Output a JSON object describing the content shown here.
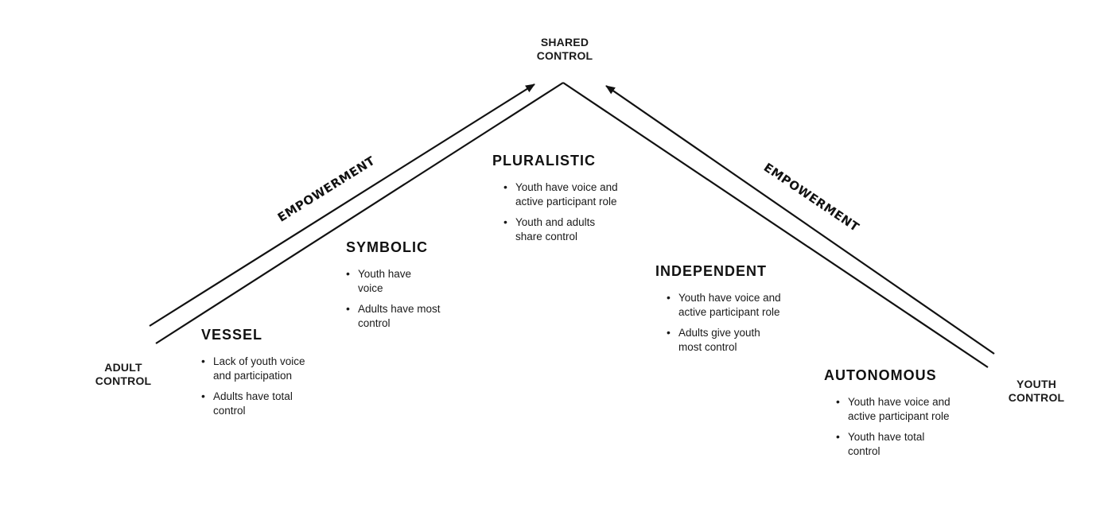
{
  "endpoints": {
    "shared": [
      "SHARED",
      "CONTROL"
    ],
    "adult": [
      "ADULT",
      "CONTROL"
    ],
    "youth": [
      "YOUTH",
      "CONTROL"
    ]
  },
  "arrow_labels": {
    "left": "EMPOWERMENT",
    "right": "EMPOWERMENT"
  },
  "stages": [
    {
      "title": "VESSEL",
      "bullets": [
        "Lack of youth voice and participation",
        "Adults have total control"
      ]
    },
    {
      "title": "SYMBOLIC",
      "bullets": [
        "Youth have voice",
        "Adults have most control"
      ]
    },
    {
      "title": "PLURALISTIC",
      "bullets": [
        "Youth have voice and active participant role",
        "Youth and adults share control"
      ]
    },
    {
      "title": "INDEPENDENT",
      "bullets": [
        "Youth have voice and active participant role",
        "Adults give youth most control"
      ]
    },
    {
      "title": "AUTONOMOUS",
      "bullets": [
        "Youth have voice and active participant role",
        "Youth have total control"
      ]
    }
  ]
}
